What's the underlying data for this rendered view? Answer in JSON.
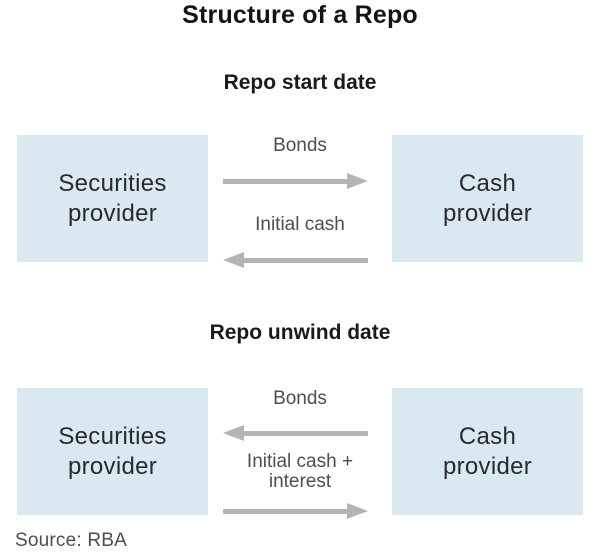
{
  "title": "Structure of a Repo",
  "source_note": "Source: RBA",
  "colors": {
    "box_fill": "#d9e8f1",
    "arrow_gray": "#b2b5b8",
    "heading_text": "#1a1a1a",
    "box_text": "#2a2a2c",
    "label_text": "#4c4e52"
  },
  "sections": [
    {
      "heading": "Repo start date",
      "left_box": "Securities\nprovider",
      "right_box": "Cash\nprovider",
      "flows": [
        {
          "label": "Bonds",
          "direction": "right"
        },
        {
          "label": "Initial cash",
          "direction": "left"
        }
      ]
    },
    {
      "heading": "Repo unwind date",
      "left_box": "Securities\nprovider",
      "right_box": "Cash\nprovider",
      "flows": [
        {
          "label": "Bonds",
          "direction": "left"
        },
        {
          "label": "Initial cash +\ninterest",
          "direction": "right"
        }
      ]
    }
  ]
}
